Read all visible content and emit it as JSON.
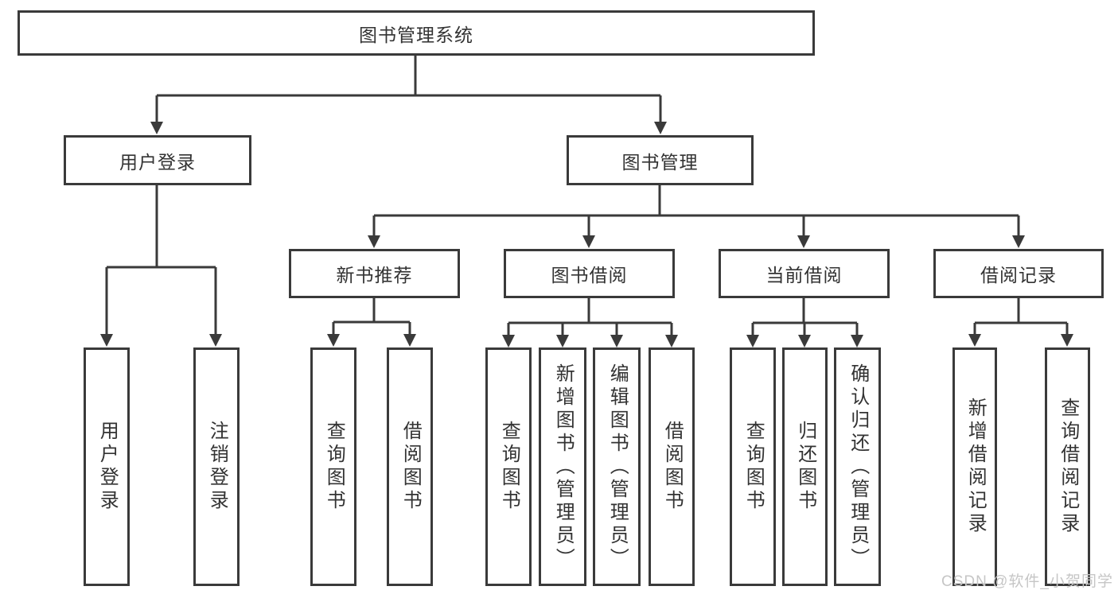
{
  "nodes": {
    "root": "图书管理系统",
    "user_login": "用户登录",
    "book_management": "图书管理",
    "new_book_recommend": "新书推荐",
    "book_borrowing": "图书借阅",
    "current_borrowing": "当前借阅",
    "borrowing_records": "借阅记录",
    "leaf_user_login": "用户登录",
    "leaf_logout": "注销登录",
    "leaf_nb_query_books": "查询图书",
    "leaf_nb_borrow_books": "借阅图书",
    "leaf_bb_query_books": "查询图书",
    "leaf_bb_add_books_admin": "新增图书（管理员）",
    "leaf_bb_edit_books_admin": "编辑图书（管理员）",
    "leaf_bb_borrow_books": "借阅图书",
    "leaf_cb_query_books": "查询图书",
    "leaf_cb_return_books": "归还图书",
    "leaf_cb_confirm_return_admin": "确认归还（管理员）",
    "leaf_br_add_record": "新增借阅记录",
    "leaf_br_query_record": "查询借阅记录"
  },
  "watermark": "CSDN @软件_小贺同学",
  "colors": {
    "line": "#3a3a3a",
    "text": "#333333",
    "watermark": "#c6c6c6",
    "background": "#ffffff"
  }
}
